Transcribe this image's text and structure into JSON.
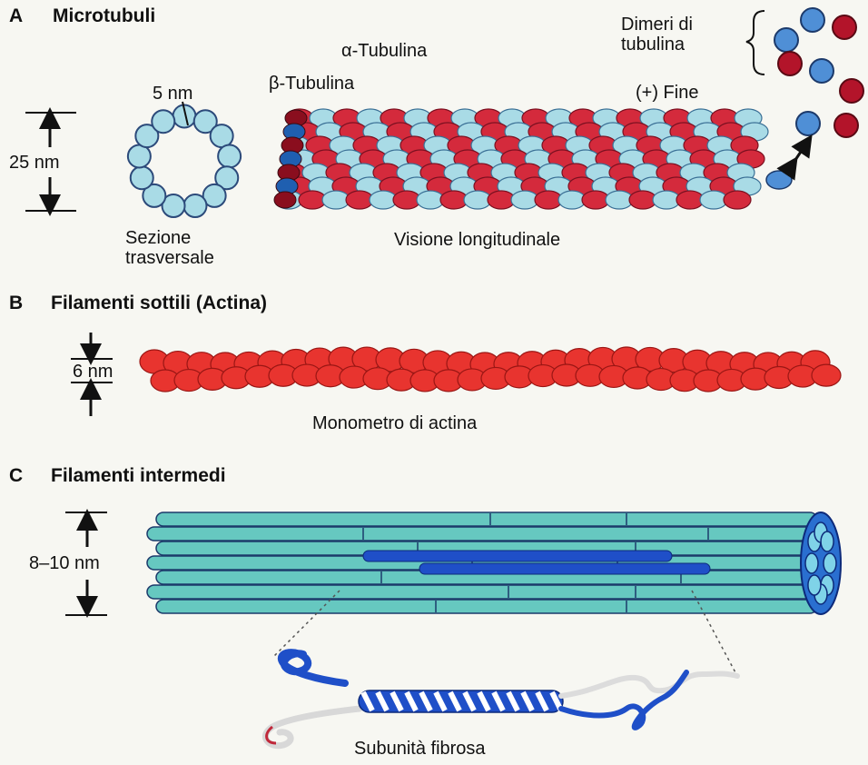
{
  "section_a": {
    "letter": "A",
    "title": "Microtubuli",
    "alpha_label": "α-Tubulina",
    "beta_label": "β-Tubulina",
    "plus_end_label": "(+) Fine",
    "dimers_label_line1": "Dimeri di",
    "dimers_label_line2": "tubulina",
    "ring_size_label": "5 nm",
    "diameter_label": "25 nm",
    "cross_section_line1": "Sezione",
    "cross_section_line2": "trasversale",
    "longitudinal_label": "Visione longitudinale"
  },
  "section_b": {
    "letter": "B",
    "title": "Filamenti sottili (Actina)",
    "diameter_label": "6 nm",
    "monomer_label": "Monometro di actina"
  },
  "section_c": {
    "letter": "C",
    "title": "Filamenti intermedi",
    "diameter_label": "8–10 nm",
    "subunit_label": "Subunità fibrosa"
  },
  "colors": {
    "alpha_tubulin": "#d42a3c",
    "beta_tubulin": "#a9dbe6",
    "actin": "#e8342f",
    "intermediate_filament": "#66c8c0",
    "highlight_strand": "#1f4fc8"
  }
}
